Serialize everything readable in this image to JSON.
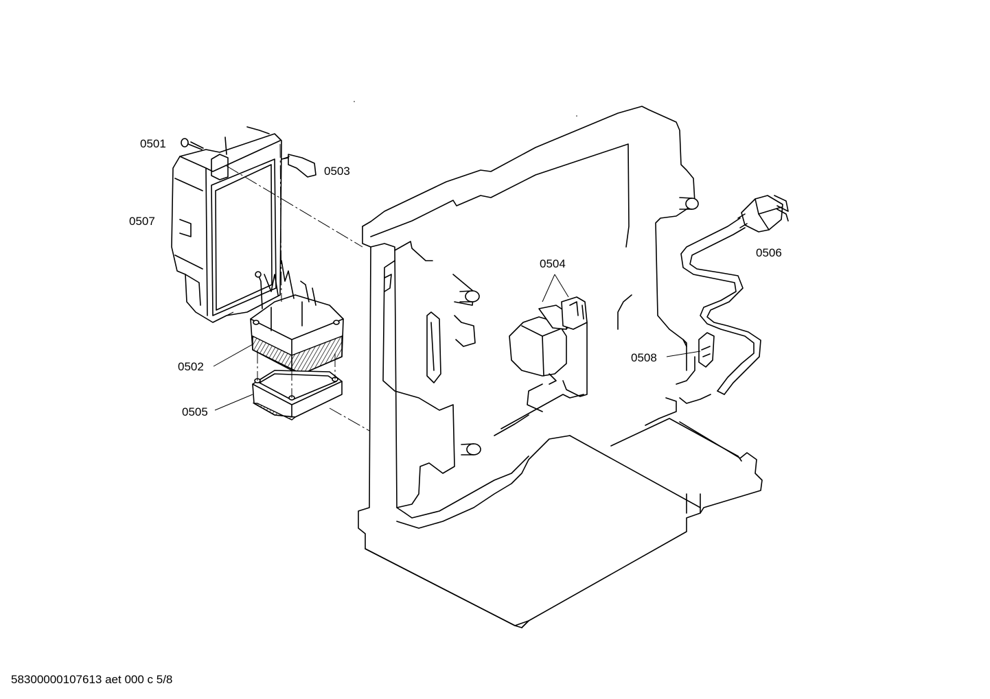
{
  "labels": {
    "p0501": "0501",
    "p0502": "0502",
    "p0503": "0503",
    "p0504": "0504",
    "p0505": "0505",
    "p0506": "0506",
    "p0507": "0507",
    "p0508": "0508"
  },
  "footer": {
    "document_id": "58300000107613 aet 000 c 5/8"
  }
}
